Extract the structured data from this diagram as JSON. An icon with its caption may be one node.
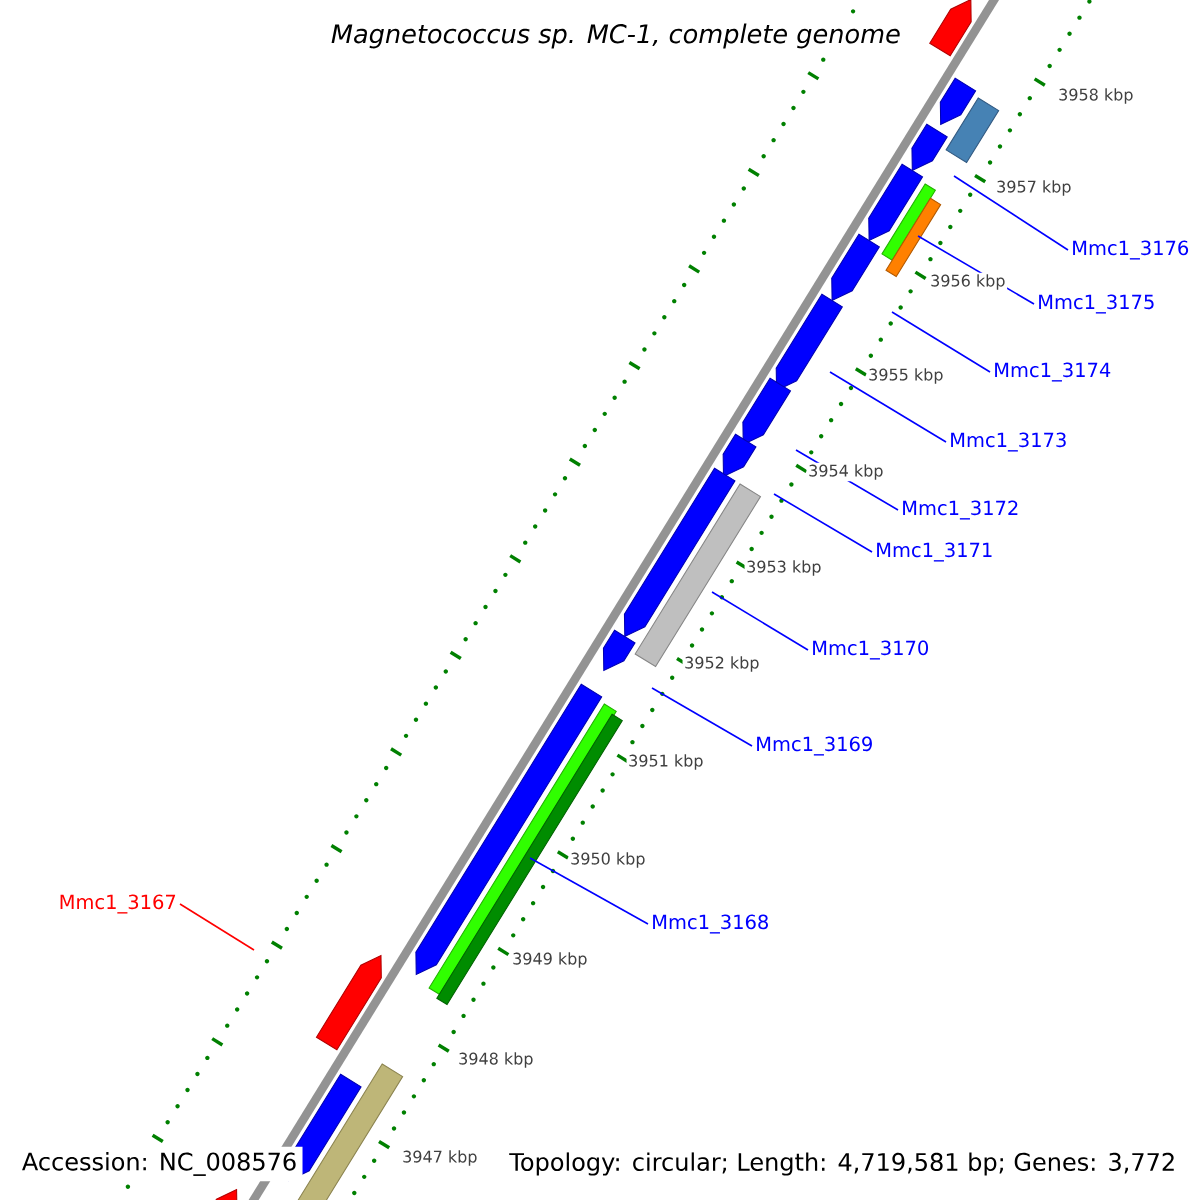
{
  "diagram": {
    "title": "Magnetococcus sp. MC-1, complete genome",
    "nodes": [
      {
        "text": [
          "Mmc1_3176"
        ]
      },
      {
        "text": [
          "Mmc1_3175"
        ]
      },
      {
        "text": [
          "Mmc1_3174"
        ]
      },
      {
        "text": [
          "Mmc1_3173"
        ]
      },
      {
        "text": [
          "Mmc1_3172"
        ]
      },
      {
        "text": [
          "Mmc1_3171"
        ]
      },
      {
        "text": [
          "Mmc1_3170"
        ]
      },
      {
        "text": [
          "Mmc1_3169"
        ]
      },
      {
        "text": [
          "Mmc1_3168"
        ]
      },
      {
        "text": [
          "Mmc1_3167"
        ]
      }
    ],
    "edges": [
      {
        "from": 0,
        "to": null,
        "arrow": "none"
      },
      {
        "from": 1,
        "to": null,
        "arrow": "none"
      },
      {
        "from": 2,
        "to": null,
        "arrow": "none"
      },
      {
        "from": 3,
        "to": null,
        "arrow": "none"
      },
      {
        "from": 4,
        "to": null,
        "arrow": "none"
      },
      {
        "from": 5,
        "to": null,
        "arrow": "none"
      },
      {
        "from": 6,
        "to": null,
        "arrow": "none"
      },
      {
        "from": 7,
        "to": null,
        "arrow": "none"
      },
      {
        "from": 8,
        "to": null,
        "arrow": "none"
      },
      {
        "from": 9,
        "to": null,
        "arrow": "none",
        "color": "#ff0000"
      }
    ],
    "labels": [
      "3958 kbp",
      "3957 kbp",
      "3956 kbp",
      "3955 kbp",
      "3954 kbp",
      "3953 kbp",
      "3952 kbp",
      "3951 kbp",
      "3950 kbp",
      "3949 kbp",
      "3948 kbp",
      "3947 kbp",
      "Accession: NC_008576",
      "Topology: circular; Length: 4,719,581 bp; Genes: 3,772"
    ]
  }
}
